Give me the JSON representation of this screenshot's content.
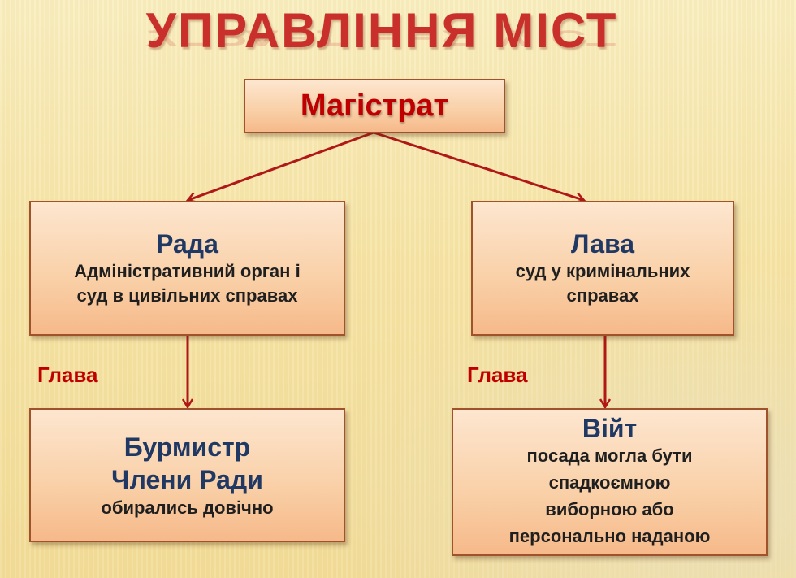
{
  "title": "УПРАВЛІННЯ  МІСТ",
  "magistrat": {
    "label": "Магістрат"
  },
  "rada": {
    "title": "Рада",
    "desc_line1": "Адміністративний орган і",
    "desc_line2": "суд в цивільних справах"
  },
  "lava": {
    "title": "Лава",
    "desc_line1": "суд у кримінальних",
    "desc_line2": "справах"
  },
  "left_connector_label": "Глава",
  "right_connector_label": "Глава",
  "burmistr": {
    "line1": "Бурмистр",
    "line2": "Члени Ради",
    "line3": "обирались  довічно"
  },
  "viyt": {
    "title": "Війт",
    "line1": "посада могла бути",
    "line2": "спадкоємною",
    "line3": "виборною або",
    "line4": "персонально наданою"
  },
  "colors": {
    "title": "#c9302c",
    "arrow": "#b01818",
    "box_border": "#a0522d",
    "label_red": "#c00000"
  }
}
